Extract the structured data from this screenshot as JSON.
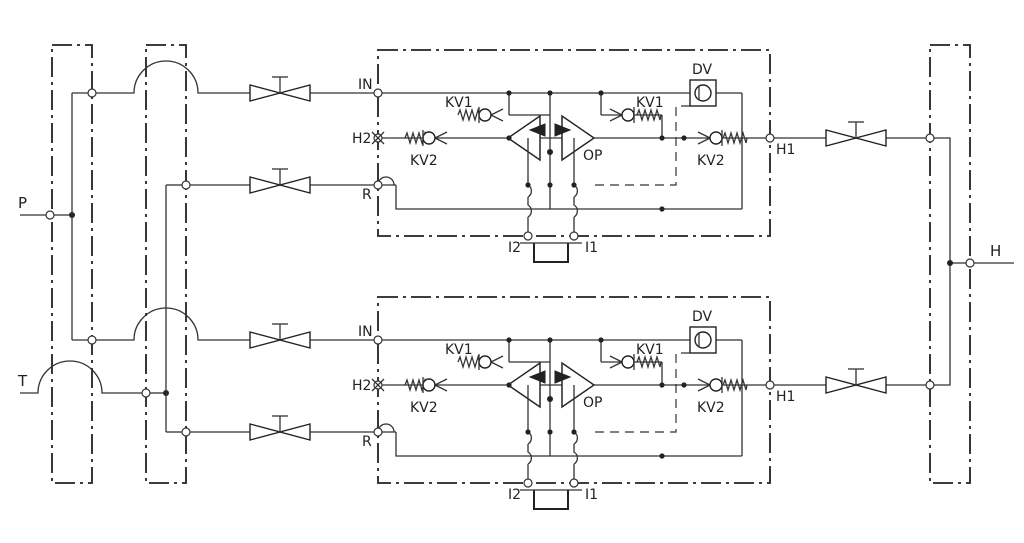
{
  "diagram": {
    "labels": {
      "p": "P",
      "t": "T",
      "h": "H",
      "in": "IN",
      "r": "R",
      "h1": "H1",
      "h2": "H2",
      "dv": "DV",
      "kv1": "KV1",
      "kv2": "KV2",
      "op": "OP",
      "i1": "I1",
      "i2": "I2"
    },
    "units": [
      "upper",
      "lower"
    ]
  }
}
